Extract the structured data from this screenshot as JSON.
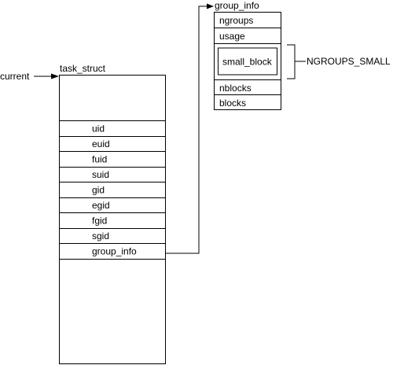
{
  "labels": {
    "current": "current",
    "task_struct": "task_struct",
    "group_info": "group_info",
    "ngroups_small": "NGROUPS_SMALL"
  },
  "task_struct_fields": [
    "uid",
    "euid",
    "fuid",
    "suid",
    "gid",
    "egid",
    "fgid",
    "sgid",
    "group_info"
  ],
  "group_info_fields": [
    "ngroups",
    "usage",
    "small_block",
    "nblocks",
    "blocks"
  ],
  "colors": {
    "line": "#000000",
    "background": "#ffffff"
  }
}
